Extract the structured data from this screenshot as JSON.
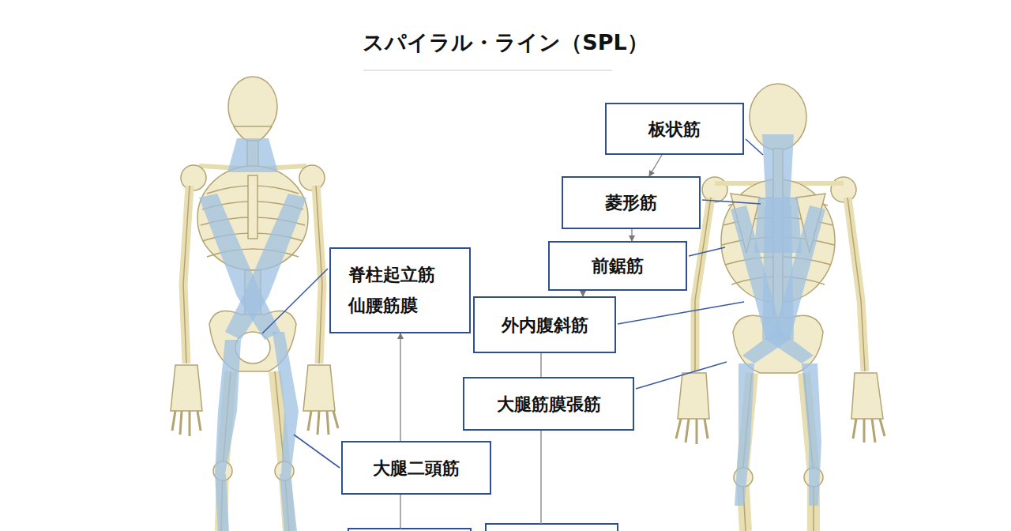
{
  "diagram": {
    "title": "スパイラル・ライン（SPL）",
    "nodes": [
      {
        "text": [
          "板状筋"
        ]
      },
      {
        "text": [
          "菱形筋"
        ]
      },
      {
        "text": [
          "脊柱起立筋",
          "仙腰筋膜"
        ]
      },
      {
        "text": [
          "前鋸筋"
        ]
      },
      {
        "text": [
          "外内腹斜筋"
        ]
      },
      {
        "text": [
          "大腿筋膜張筋"
        ]
      },
      {
        "text": [
          "大腿二頭筋"
        ]
      }
    ],
    "edges": [
      {
        "from": 0,
        "to": 1,
        "arrow": "to"
      },
      {
        "from": 1,
        "to": 3,
        "arrow": "to"
      },
      {
        "from": 3,
        "to": 4,
        "arrow": "to"
      },
      {
        "from": 4,
        "to": 5,
        "arrow": "none"
      },
      {
        "from": 6,
        "to": 2,
        "arrow": "to"
      }
    ]
  }
}
